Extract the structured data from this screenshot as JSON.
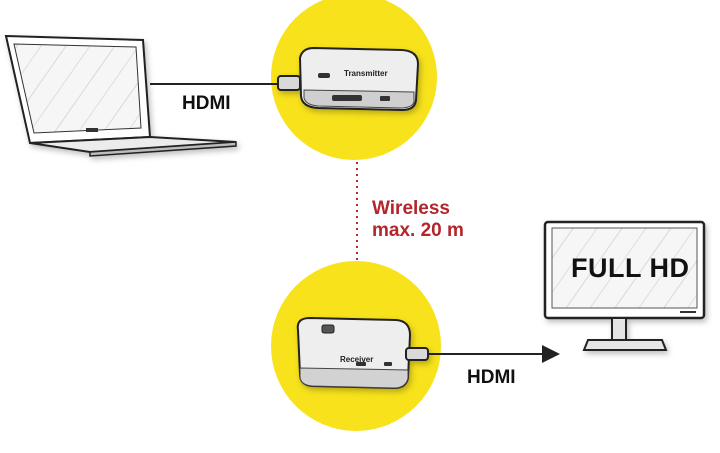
{
  "labels": {
    "hdmi_top": "HDMI",
    "hdmi_bottom": "HDMI",
    "wireless_line1": "Wireless",
    "wireless_line2": "max. 20 m",
    "monitor_text": "FULL HD",
    "transmitter_text": "Transmitter",
    "receiver_text": "Receiver"
  },
  "colors": {
    "highlight_circle": "#f7e21b",
    "wireless_text": "#b3262b",
    "wireless_line": "#c0272d",
    "cable": "#222222",
    "device_body": "#e9e9e9"
  },
  "icons": [
    "laptop-icon",
    "transmitter-dongle-icon",
    "receiver-dongle-icon",
    "monitor-icon",
    "arrow-icon"
  ]
}
